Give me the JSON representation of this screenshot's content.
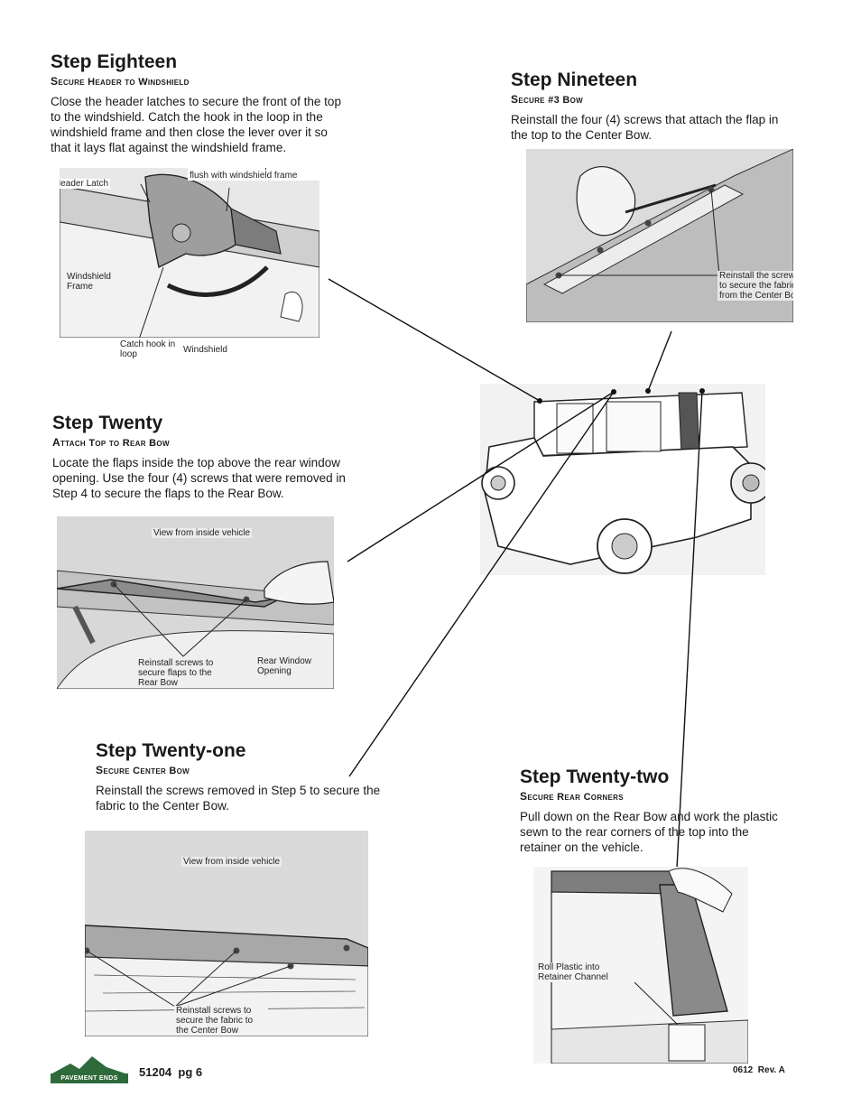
{
  "steps": {
    "eighteen": {
      "title": "Step Eighteen",
      "subtitle": "Secure Header to Windshield",
      "body": "Close the header latches to secure the front of the top to the windshield. Catch the hook in the loop in the windshield frame and then close the lever over it so that it lays flat against the windshield frame.",
      "labels": {
        "header_latch": "Header Latch",
        "close_lever": "Close lever over top of hook to lay flush with windshield frame",
        "windshield_frame": "Windshield Frame",
        "catch_hook": "Catch hook in loop",
        "windshield": "Windshield"
      }
    },
    "nineteen": {
      "title": "Step Nineteen",
      "subtitle": "Secure #3 Bow",
      "body": "Reinstall the four (4) screws that attach the flap in the top to the Center Bow.",
      "labels": {
        "reinstall": "Reinstall the screws to secure the fabric from the Center Bow"
      }
    },
    "twenty": {
      "title": "Step Twenty",
      "subtitle": "Attach Top to Rear Bow",
      "body": "Locate the flaps inside the top above the rear window opening. Use the four (4) screws that were removed in Step 4 to secure the flaps to the  Rear Bow.",
      "labels": {
        "view": "View from inside vehicle",
        "reinstall": "Reinstall screws to secure flaps to the Rear Bow",
        "rear_window": "Rear Window Opening"
      }
    },
    "twentyone": {
      "title": "Step Twenty-one",
      "subtitle": "Secure Center Bow",
      "body": "Reinstall the screws removed in Step 5 to secure the fabric to the Center Bow.",
      "labels": {
        "view": "View from inside vehicle",
        "reinstall": "Reinstall screws to secure the fabric to the Center Bow"
      }
    },
    "twentytwo": {
      "title": "Step Twenty-two",
      "subtitle": "Secure Rear Corners",
      "body": "Pull down on the Rear Bow and work the plastic sewn to the rear corners of the top into the retainer on the vehicle.",
      "labels": {
        "roll": "Roll Plastic into Retainer Channel"
      }
    }
  },
  "footer": {
    "logo_text": "PAVEMENT ENDS",
    "page": "51204  pg 6",
    "revision": "0612  Rev. A"
  }
}
